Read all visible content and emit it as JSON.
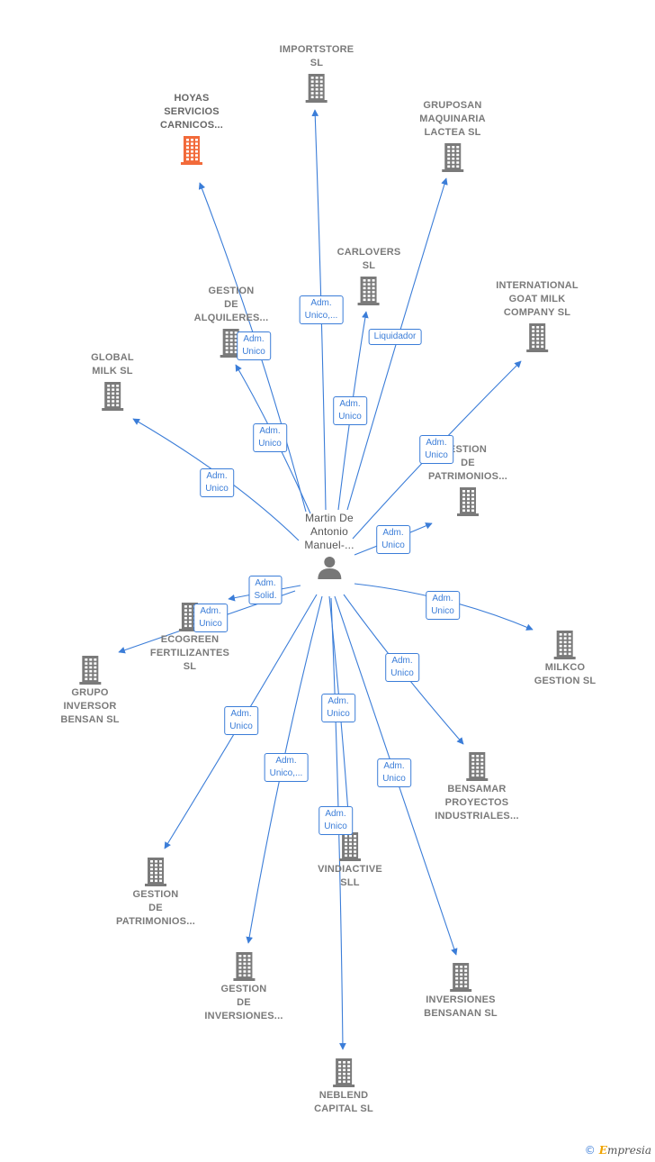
{
  "center": {
    "label": "Martin De\nAntonio\nManuel-..."
  },
  "colors": {
    "edge": "#3b7dd8",
    "building": "#7a7a7a",
    "highlight": "#f26a3a"
  },
  "nodes": [
    {
      "id": "importstore",
      "label": "IMPORTSTORE\nSL",
      "icon": "building-icon"
    },
    {
      "id": "hoyas",
      "label": "HOYAS\nSERVICIOS\nCARNICOS...",
      "icon": "building-icon",
      "highlight": true
    },
    {
      "id": "gruposan",
      "label": "GRUPOSAN\nMAQUINARIA\nLACTEA SL",
      "icon": "building-icon"
    },
    {
      "id": "carlovers",
      "label": "CARLOVERS\nSL",
      "icon": "building-icon"
    },
    {
      "id": "gestion-alquileres",
      "label": "GESTION\nDE\nALQUILERES...",
      "icon": "building-icon"
    },
    {
      "id": "intl-goat",
      "label": "INTERNATIONAL\nGOAT MILK\nCOMPANY  SL",
      "icon": "building-icon"
    },
    {
      "id": "global-milk",
      "label": "GLOBAL\nMILK  SL",
      "icon": "building-icon"
    },
    {
      "id": "gestion-patrimonios-1",
      "label": "ESTION\nDE\nPATRIMONIOS...",
      "icon": "building-icon"
    },
    {
      "id": "ecogreen",
      "label": "ECOGREEN\nFERTILIZANTES\nSL",
      "icon": "building-icon"
    },
    {
      "id": "grupo-inversor",
      "label": "GRUPO\nINVERSOR\nBENSAN  SL",
      "icon": "building-icon"
    },
    {
      "id": "milkco",
      "label": "MILKCO\nGESTION  SL",
      "icon": "building-icon"
    },
    {
      "id": "bensamar",
      "label": "BENSAMAR\nPROYECTOS\nINDUSTRIALES...",
      "icon": "building-icon"
    },
    {
      "id": "vindiactive",
      "label": "VINDIACTIVE\nSLL",
      "icon": "building-icon"
    },
    {
      "id": "gestion-patrimonios-2",
      "label": "GESTION\nDE\nPATRIMONIOS...",
      "icon": "building-icon"
    },
    {
      "id": "gestion-inversiones",
      "label": "GESTION\nDE\nINVERSIONES...",
      "icon": "building-icon"
    },
    {
      "id": "inversiones-bensanan",
      "label": "INVERSIONES\nBENSANAN  SL",
      "icon": "building-icon"
    },
    {
      "id": "neblend",
      "label": "NEBLEND\nCAPITAL  SL",
      "icon": "building-icon"
    }
  ],
  "edges": [
    {
      "to": "hoyas",
      "label": "Adm.\nUnico"
    },
    {
      "to": "importstore",
      "label": "Adm.\nUnico,..."
    },
    {
      "to": "gruposan",
      "label": "Liquidador"
    },
    {
      "to": "carlovers",
      "label": "Adm.\nUnico"
    },
    {
      "to": "gestion-alquileres",
      "label": "Adm.\nUnico"
    },
    {
      "to": "intl-goat",
      "label": "Adm.\nUnico"
    },
    {
      "to": "global-milk",
      "label": "Adm.\nUnico"
    },
    {
      "to": "gestion-patrimonios-1",
      "label": "Adm.\nUnico"
    },
    {
      "to": "ecogreen",
      "label": "Adm.\nSolid."
    },
    {
      "to": "grupo-inversor",
      "label": "Adm.\nUnico"
    },
    {
      "to": "milkco",
      "label": "Adm.\nUnico"
    },
    {
      "to": "bensamar",
      "label": "Adm.\nUnico"
    },
    {
      "to": "gestion-patrimonios-2",
      "label": "Adm.\nUnico"
    },
    {
      "to": "gestion-inversiones",
      "label": "Adm.\nUnico,..."
    },
    {
      "to": "vindiactive",
      "label": "Adm.\nUnico"
    },
    {
      "to": "inversiones-bensanan",
      "label": "Adm.\nUnico"
    },
    {
      "to": "neblend",
      "label": "Adm.\nUnico"
    }
  ],
  "footer": {
    "copyright": "©",
    "brand_first": "E",
    "brand_rest": "mpresia"
  }
}
